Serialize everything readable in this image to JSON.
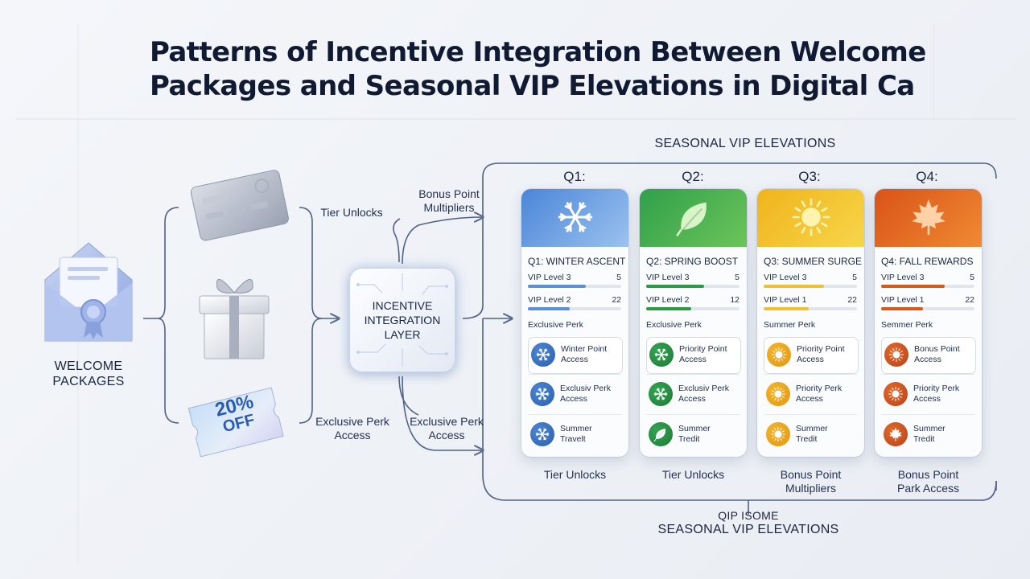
{
  "title": "Patterns of Incentive Integration Between Welcome Packages and Seasonal VIP Elevations in Digital Ca",
  "welcome": {
    "line1": "WELCOME",
    "line2": "PACKAGES"
  },
  "gift_sources": {
    "card_icon": "credit-card-icon",
    "gift_icon": "gift-box-icon",
    "voucher_icon": "discount-voucher-icon",
    "voucher_line1": "20%",
    "voucher_line2": "OFF"
  },
  "labels": {
    "tier_unlocks": "Tier Unlocks",
    "bonus_line1": "Bonus Point",
    "bonus_line2": "Multipliers",
    "excl_left_1": "Exclusive Perk",
    "excl_left_2": "Access",
    "excl_right_1": "Exclusive Perk",
    "excl_right_2": "Access"
  },
  "layer": {
    "line1": "INCENTIVE",
    "line2": "INTEGRATION",
    "line3": "LAYER"
  },
  "seasonal_top": "SEASONAL VIP ELEVATIONS",
  "bottom": {
    "line1": "QIP ISOME",
    "line2": "SEASONAL VIP ELEVATIONS"
  },
  "quarters": [
    {
      "q": "Q1:",
      "title": "Q1: WINTER ASCENT",
      "icon": "snowflake-icon",
      "color": "#2f6fc4",
      "fill_color": "#5b8fd6",
      "levels": [
        {
          "name": "VIP Level 3",
          "value": "5",
          "fill": 0.62
        },
        {
          "name": "VIP Level 2",
          "value": "22",
          "fill": 0.45
        }
      ],
      "perk_head": "Exclusive Perk",
      "perks": [
        {
          "l1": "Winter Point",
          "l2": "Access",
          "icon": "snowflake-icon"
        },
        {
          "l1": "Exclusiv Perk",
          "l2": "Access",
          "icon": "snowflake-icon"
        },
        {
          "l1": "Summer",
          "l2": "Travelt",
          "icon": "snowflake-icon"
        }
      ],
      "caption1": "Tier Unlocks",
      "caption2": ""
    },
    {
      "q": "Q2:",
      "title": "Q2: SPRING BOOST",
      "icon": "leaf-icon",
      "color": "#2e9a46",
      "fill_color": "#2e9a46",
      "levels": [
        {
          "name": "VIP Level 3",
          "value": "5",
          "fill": 0.62
        },
        {
          "name": "VIP Level 2",
          "value": "12",
          "fill": 0.48
        }
      ],
      "perk_head": "Exclusive Perk",
      "perks": [
        {
          "l1": "Priority Point",
          "l2": "Access",
          "icon": "snowflake-icon"
        },
        {
          "l1": "Exclusiv Perk",
          "l2": "Access",
          "icon": "snowflake-icon"
        },
        {
          "l1": "Summer",
          "l2": "Tredit",
          "icon": "leaf-icon"
        }
      ],
      "caption1": "Tier Unlocks",
      "caption2": ""
    },
    {
      "q": "Q3:",
      "title": "Q3: SUMMER SURGE",
      "icon": "sun-icon",
      "color": "#e2a41a",
      "fill_color": "#f0c030",
      "levels": [
        {
          "name": "VIP Level 3",
          "value": "5",
          "fill": 0.65
        },
        {
          "name": "VIP Level 1",
          "value": "22",
          "fill": 0.48
        }
      ],
      "perk_head": "Summer Perk",
      "perks": [
        {
          "l1": "Priority Point",
          "l2": "Access",
          "icon": "sun-icon"
        },
        {
          "l1": "Priority Perk",
          "l2": "Access",
          "icon": "sun-icon"
        },
        {
          "l1": "Summer",
          "l2": "Tredit",
          "icon": "sun-icon"
        }
      ],
      "caption1": "Bonus Point",
      "caption2": "Multipliers"
    },
    {
      "q": "Q4:",
      "title": "Q4: FALL REWARDS",
      "icon": "maple-leaf-icon",
      "color": "#d65a1e",
      "fill_color": "#d65a1e",
      "levels": [
        {
          "name": "VIP Level 3",
          "value": "5",
          "fill": 0.68
        },
        {
          "name": "VIP Level 1",
          "value": "22",
          "fill": 0.45
        }
      ],
      "perk_head": "Semmer Perk",
      "perks": [
        {
          "l1": "Bonus Point",
          "l2": "Access",
          "icon": "sun-icon"
        },
        {
          "l1": "Priority Perk",
          "l2": "Access",
          "icon": "sun-icon"
        },
        {
          "l1": "Summer",
          "l2": "Tredit",
          "icon": "maple-leaf-icon"
        }
      ],
      "caption1": "Bonus Point",
      "caption2": "Park Access"
    }
  ]
}
